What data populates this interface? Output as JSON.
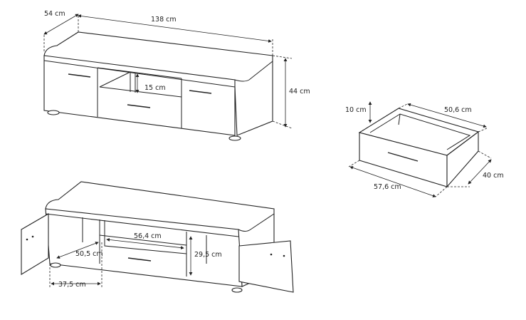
{
  "views": {
    "closed_cabinet": {
      "depth": "54 cm",
      "width": "138 cm",
      "shelf_height": "15 cm",
      "height": "44 cm"
    },
    "drawer": {
      "height": "10 cm",
      "inner_width": "50,6 cm",
      "depth": "40 cm",
      "front_width": "57,6 cm"
    },
    "open_cabinet": {
      "middle_width": "56,4 cm",
      "compartment_depth": "50,5 cm",
      "compartment_height": "29,5 cm",
      "side_width": "37,5 cm"
    }
  }
}
